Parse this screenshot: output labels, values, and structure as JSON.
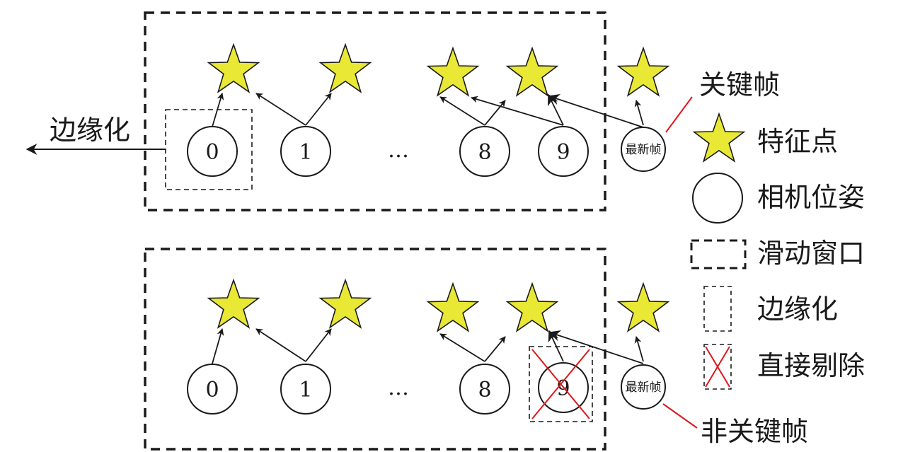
{
  "colors": {
    "star_fill": "#e8e835",
    "star_stroke": "#1a1a1a",
    "line": "#1a1a1a",
    "highlight": "#e0161b"
  },
  "top": {
    "nodes": [
      "0",
      "1",
      "8",
      "9"
    ],
    "ellipsis": "…",
    "latest_frame": "最新帧",
    "marginalize_label": "边缘化",
    "callout": "关键帧"
  },
  "bottom": {
    "nodes": [
      "0",
      "1",
      "8",
      "9"
    ],
    "ellipsis": "…",
    "latest_frame": "最新帧",
    "callout": "非关键帧"
  },
  "legend": {
    "feature_point": "特征点",
    "camera_pose": "相机位姿",
    "sliding_window": "滑动窗口",
    "marginalize": "边缘化",
    "direct_remove": "直接剔除"
  }
}
